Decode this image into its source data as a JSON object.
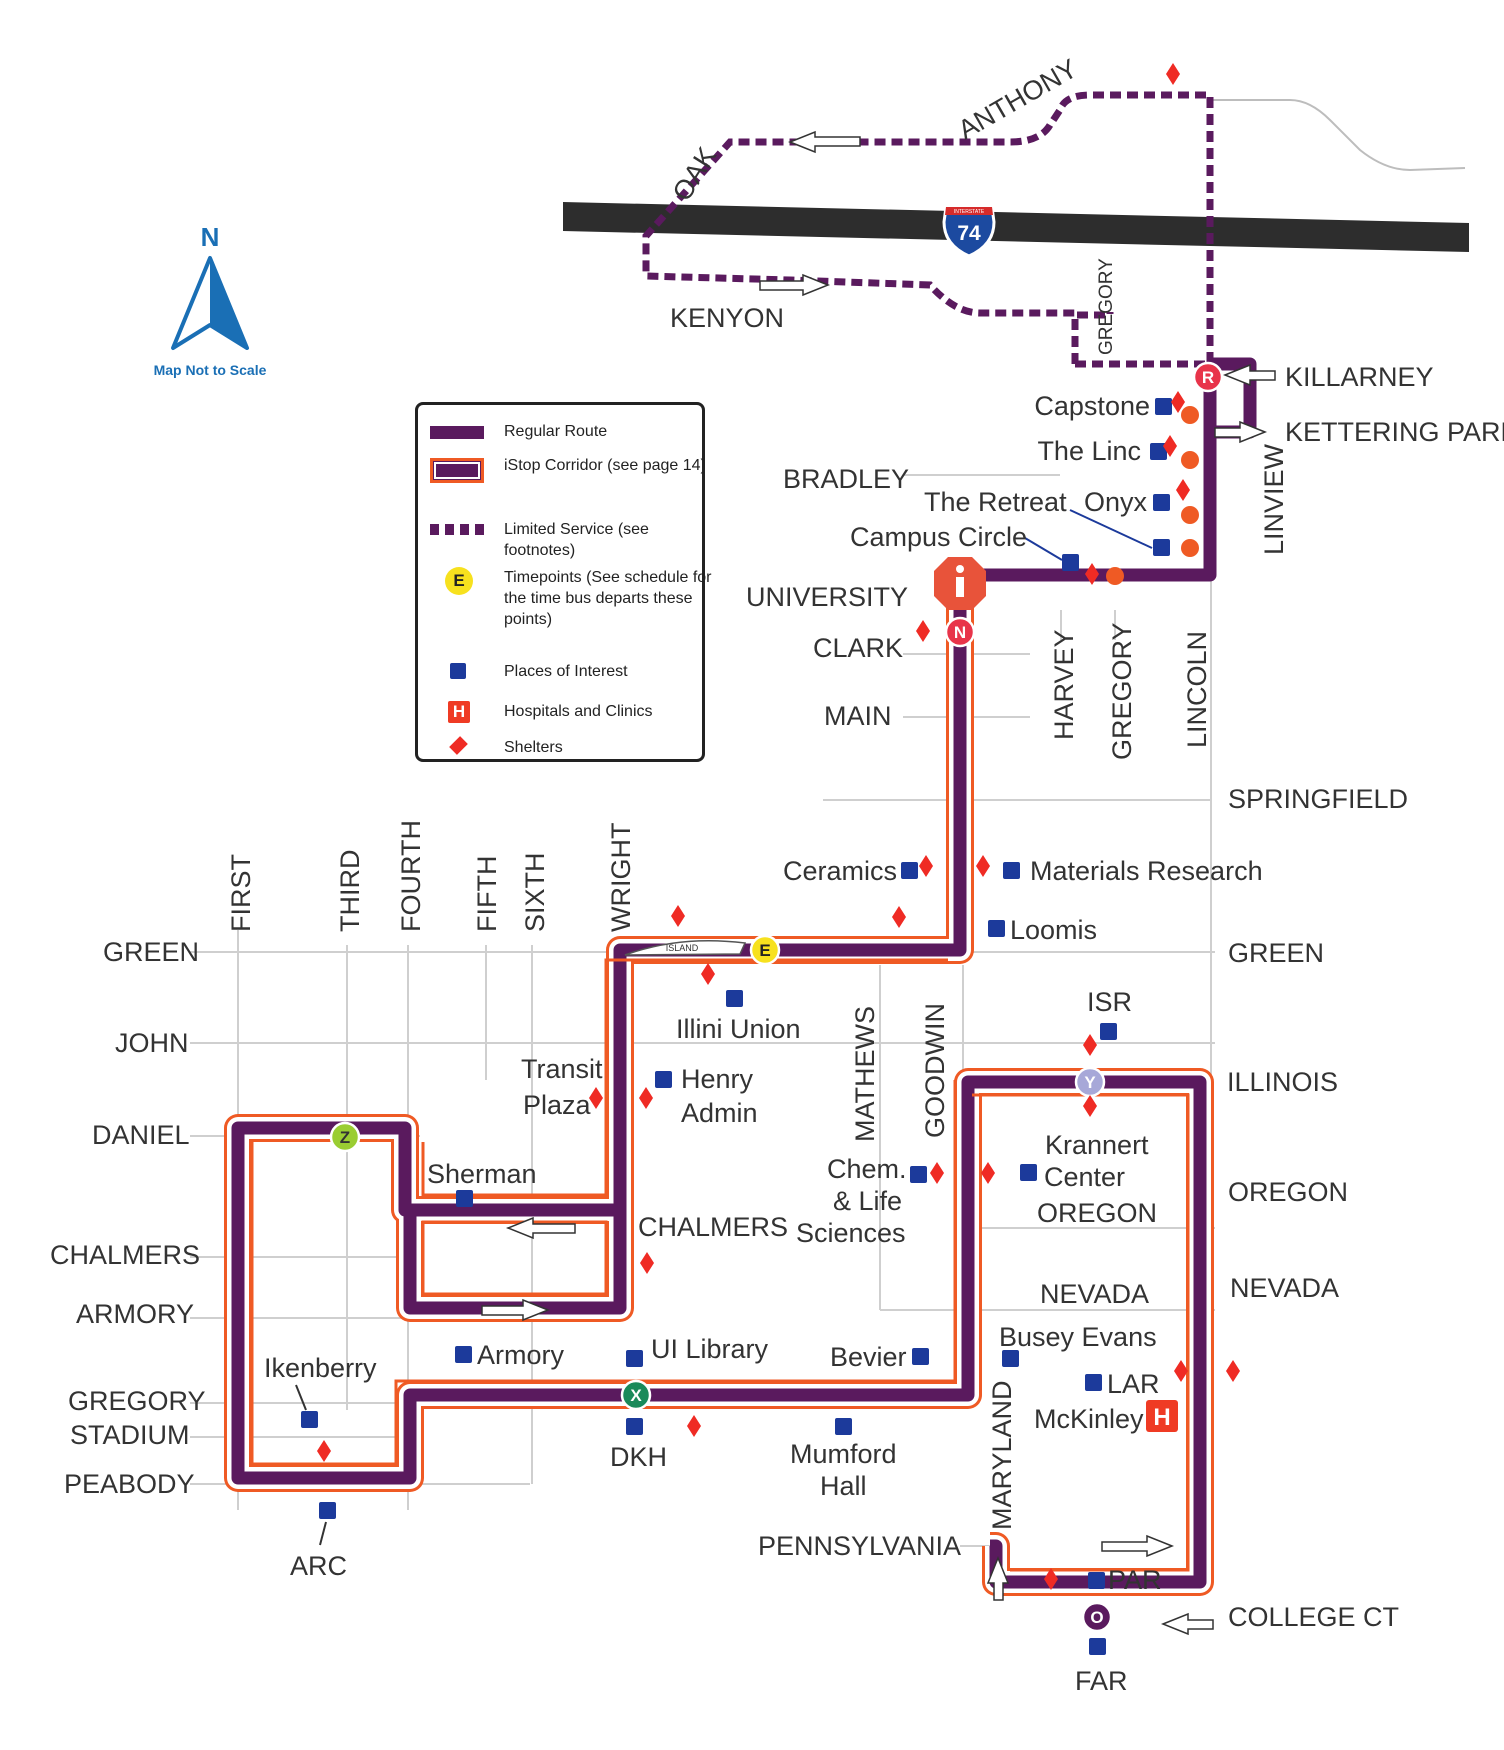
{
  "north": {
    "letter": "N",
    "note": "Map Not to Scale"
  },
  "legend": {
    "items": [
      {
        "key": "regular",
        "label": "Regular Route"
      },
      {
        "key": "istop",
        "label": "iStop Corridor (see page 14)"
      },
      {
        "key": "limited",
        "label": "Limited Service (see footnotes)"
      },
      {
        "key": "timepoint",
        "label": "Timepoints (See schedule for the time bus departs these points)",
        "letter": "E"
      },
      {
        "key": "poi",
        "label": "Places of Interest"
      },
      {
        "key": "hospital",
        "label": "Hospitals and Clinics",
        "letter": "H"
      },
      {
        "key": "shelter",
        "label": "Shelters"
      }
    ]
  },
  "interstate": {
    "number": "74",
    "word": "INTERSTATE"
  },
  "streets": {
    "kenyon": "KENYON",
    "oak": "OAK",
    "anthony": "ANTHONY",
    "gregory_north": "GREGORY",
    "killarney": "KILLARNEY",
    "kettering_park": "KETTERING PARK",
    "linview": "LINVIEW",
    "bradley": "BRADLEY",
    "university": "UNIVERSITY",
    "clark": "CLARK",
    "main": "MAIN",
    "harvey": "HARVEY",
    "gregory_mid": "GREGORY",
    "lincoln": "LINCOLN",
    "springfield": "SPRINGFIELD",
    "green_left": "GREEN",
    "green_right": "GREEN",
    "john": "JOHN",
    "daniel": "DANIEL",
    "chalmers_left": "CHALMERS",
    "chalmers_mid": "CHALMERS",
    "armory": "ARMORY",
    "gregory_stadium_1": "GREGORY",
    "gregory_stadium_2": "STADIUM",
    "peabody": "PEABODY",
    "first": "FIRST",
    "third": "THIRD",
    "fourth": "FOURTH",
    "fifth": "FIFTH",
    "sixth": "SIXTH",
    "wright": "WRIGHT",
    "mathews": "MATHEWS",
    "goodwin": "GOODWIN",
    "illinois": "ILLINOIS",
    "oregon_right": "OREGON",
    "oregon_inner": "OREGON",
    "nevada_right": "NEVADA",
    "nevada_inner": "NEVADA",
    "maryland": "MARYLAND",
    "pennsylvania": "PENNSYLVANIA",
    "college_ct": "COLLEGE CT",
    "island": "ISLAND"
  },
  "places": {
    "capstone": "Capstone",
    "the_linc": "The Linc",
    "the_retreat": "The Retreat",
    "onyx": "Onyx",
    "campus_circle": "Campus Circle",
    "ceramics": "Ceramics",
    "materials_research": "Materials Research",
    "loomis": "Loomis",
    "illini_union": "Illini Union",
    "transit_1": "Transit",
    "transit_2": "Plaza",
    "henry_1": "Henry",
    "henry_2": "Admin",
    "isr": "ISR",
    "krannert_1": "Krannert",
    "krannert_2": "Center",
    "chem_1": "Chem.",
    "chem_2": "& Life",
    "chem_3": "Sciences",
    "sherman": "Sherman",
    "ikenberry": "Ikenberry",
    "armory_place": "Armory",
    "ui_library": "UI Library",
    "bevier": "Bevier",
    "busey_evans": "Busey Evans",
    "lar": "LAR",
    "mckinley": "McKinley",
    "dkh": "DKH",
    "mumford_1": "Mumford",
    "mumford_2": "Hall",
    "arc": "ARC",
    "par": "PAR",
    "far": "FAR"
  },
  "timepoints": {
    "R": "R",
    "N": "N",
    "E": "E",
    "Y": "Y",
    "Z": "Z",
    "X": "X",
    "O": "O"
  },
  "hospital_letter": "H",
  "colors": {
    "route": "#5a1a5e",
    "istop": "#ef5a24",
    "poi": "#1c3a9b",
    "shelter": "#ef2b24",
    "hospital": "#ef3b24",
    "street": "#cfcfcf",
    "interstate_road": "#2d2d2d",
    "north": "#1a6fb5",
    "timepoint_e": "#f7e11e",
    "timepoint_y": "#a7a8d8",
    "timepoint_z": "#9acd32",
    "timepoint_x": "#1a8a5a",
    "timepoint_o": "#5a1a5e",
    "timepoint_r": "#e8344a",
    "timepoint_n": "#e8344a"
  }
}
